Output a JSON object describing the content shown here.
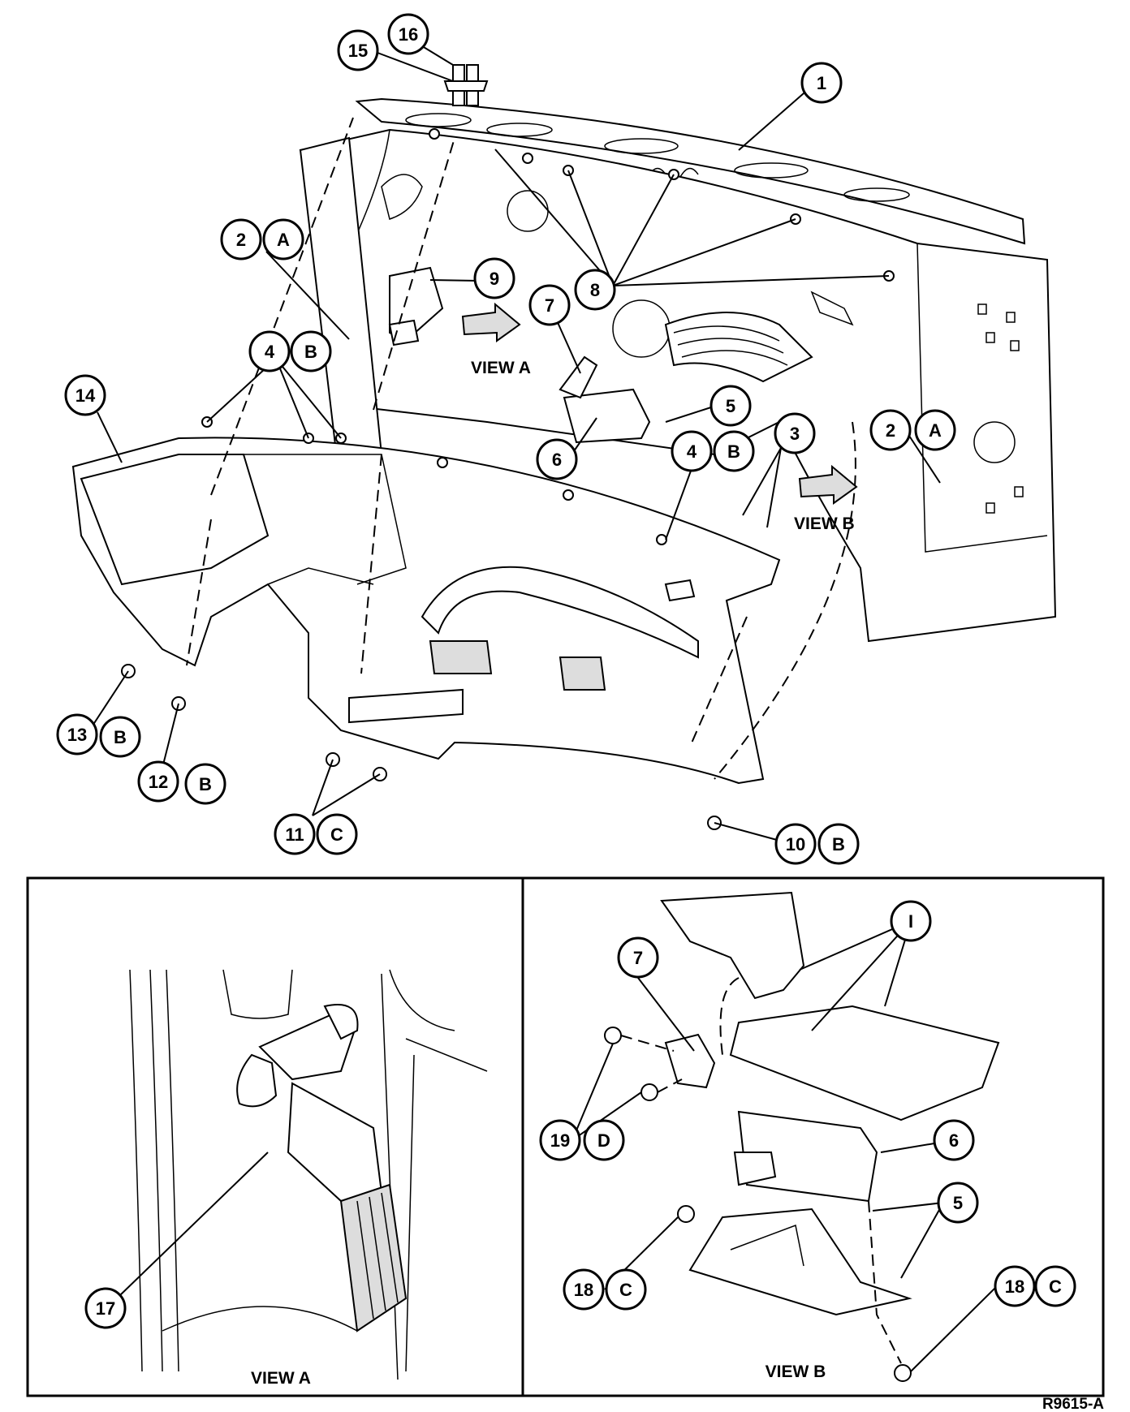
{
  "callouts": [
    {
      "id": "c1",
      "label": "1"
    },
    {
      "id": "c2a",
      "label": "2"
    },
    {
      "id": "c2a-letter",
      "label": "A"
    },
    {
      "id": "c2b",
      "label": "2"
    },
    {
      "id": "c2b-letter",
      "label": "A"
    },
    {
      "id": "c3",
      "label": "3"
    },
    {
      "id": "c4a",
      "label": "4"
    },
    {
      "id": "c4a-letter",
      "label": "B"
    },
    {
      "id": "c4b",
      "label": "4"
    },
    {
      "id": "c4b-letter",
      "label": "B"
    },
    {
      "id": "c5",
      "label": "5"
    },
    {
      "id": "c6",
      "label": "6"
    },
    {
      "id": "c7",
      "label": "7"
    },
    {
      "id": "c8",
      "label": "8"
    },
    {
      "id": "c9",
      "label": "9"
    },
    {
      "id": "c10",
      "label": "10"
    },
    {
      "id": "c10-letter",
      "label": "B"
    },
    {
      "id": "c11",
      "label": "11"
    },
    {
      "id": "c11-letter",
      "label": "C"
    },
    {
      "id": "c12",
      "label": "12"
    },
    {
      "id": "c12-letter",
      "label": "B"
    },
    {
      "id": "c13",
      "label": "13"
    },
    {
      "id": "c13-letter",
      "label": "B"
    },
    {
      "id": "c14",
      "label": "14"
    },
    {
      "id": "c15",
      "label": "15"
    },
    {
      "id": "c16",
      "label": "16"
    },
    {
      "id": "vb7",
      "label": "7"
    },
    {
      "id": "vb1",
      "label": "I"
    },
    {
      "id": "vb6",
      "label": "6"
    },
    {
      "id": "vb5",
      "label": "5"
    },
    {
      "id": "vb19",
      "label": "19"
    },
    {
      "id": "vb19-letter",
      "label": "D"
    },
    {
      "id": "vb18a",
      "label": "18"
    },
    {
      "id": "vb18a-letter",
      "label": "C"
    },
    {
      "id": "vb18b",
      "label": "18"
    },
    {
      "id": "vb18b-letter",
      "label": "C"
    },
    {
      "id": "va17",
      "label": "17"
    }
  ],
  "labels": {
    "view_a_arrow": "VIEW A",
    "view_b_arrow": "VIEW B",
    "panel_a_caption": "VIEW A",
    "panel_b_caption": "VIEW B",
    "figure_id": "R9615-A"
  }
}
